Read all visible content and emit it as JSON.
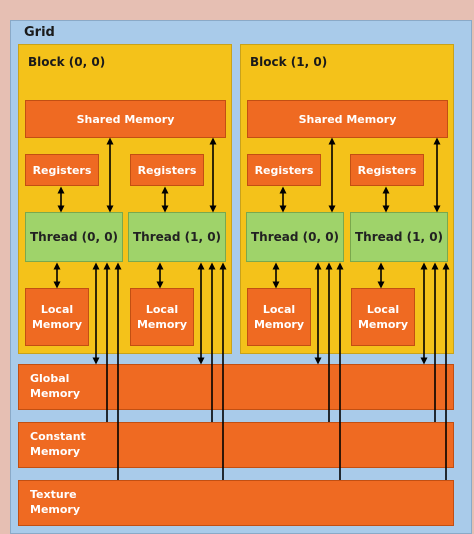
{
  "grid": {
    "title": "Grid",
    "blocks": [
      {
        "title": "Block (0, 0)",
        "shared": "Shared Memory",
        "registers": [
          "Registers",
          "Registers"
        ],
        "threads": [
          "Thread (0, 0)",
          "Thread (1, 0)"
        ],
        "local": [
          "Local\nMemory",
          "Local\nMemory"
        ]
      },
      {
        "title": "Block (1, 0)",
        "shared": "Shared Memory",
        "registers": [
          "Registers",
          "Registers"
        ],
        "threads": [
          "Thread (0, 0)",
          "Thread (1, 0)"
        ],
        "local": [
          "Local\nMemory",
          "Local\nMemory"
        ]
      }
    ],
    "global_memories": [
      "Global\nMemory",
      "Constant\nMemory",
      "Texture\nMemory"
    ]
  }
}
